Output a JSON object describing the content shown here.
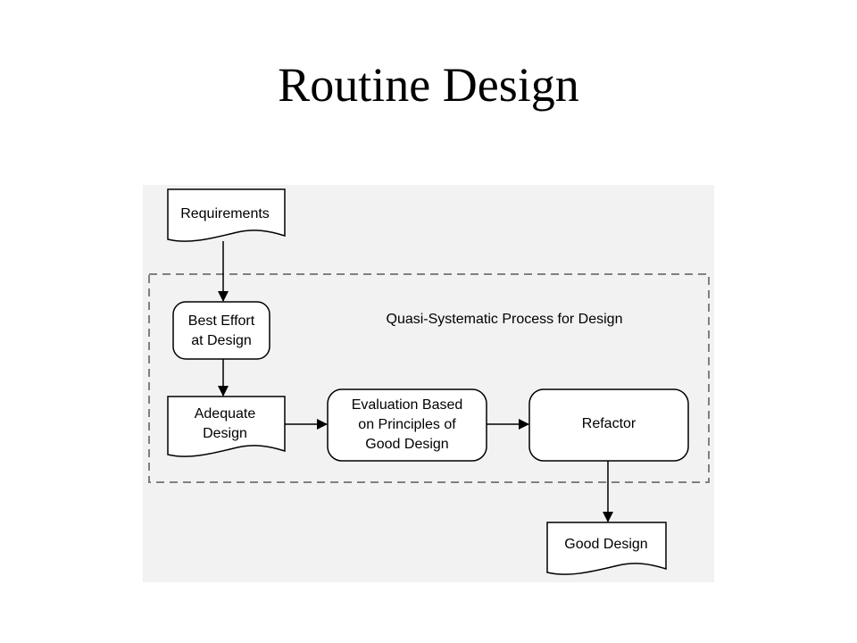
{
  "slide": {
    "title": "Routine Design"
  },
  "diagram": {
    "group_label": "Quasi-Systematic Process for Design",
    "nodes": {
      "requirements": {
        "lines": [
          "Requirements"
        ],
        "shape": "document"
      },
      "best_effort": {
        "lines": [
          "Best Effort",
          "at Design"
        ],
        "shape": "rounded-rect"
      },
      "adequate_design": {
        "lines": [
          "Adequate",
          "Design"
        ],
        "shape": "document"
      },
      "evaluation": {
        "lines": [
          "Evaluation Based",
          "on Principles of",
          "Good Design"
        ],
        "shape": "rounded-rect"
      },
      "refactor": {
        "lines": [
          "Refactor"
        ],
        "shape": "rounded-rect"
      },
      "good_design": {
        "lines": [
          "Good Design"
        ],
        "shape": "document"
      }
    },
    "edges": [
      {
        "from": "requirements",
        "to": "best_effort"
      },
      {
        "from": "best_effort",
        "to": "adequate_design"
      },
      {
        "from": "adequate_design",
        "to": "evaluation"
      },
      {
        "from": "evaluation",
        "to": "refactor"
      },
      {
        "from": "refactor",
        "to": "good_design"
      }
    ],
    "colors": {
      "panel_background": "#f2f2f2",
      "shape_fill": "#ffffff",
      "stroke": "#000000",
      "group_border": "#808080"
    }
  }
}
